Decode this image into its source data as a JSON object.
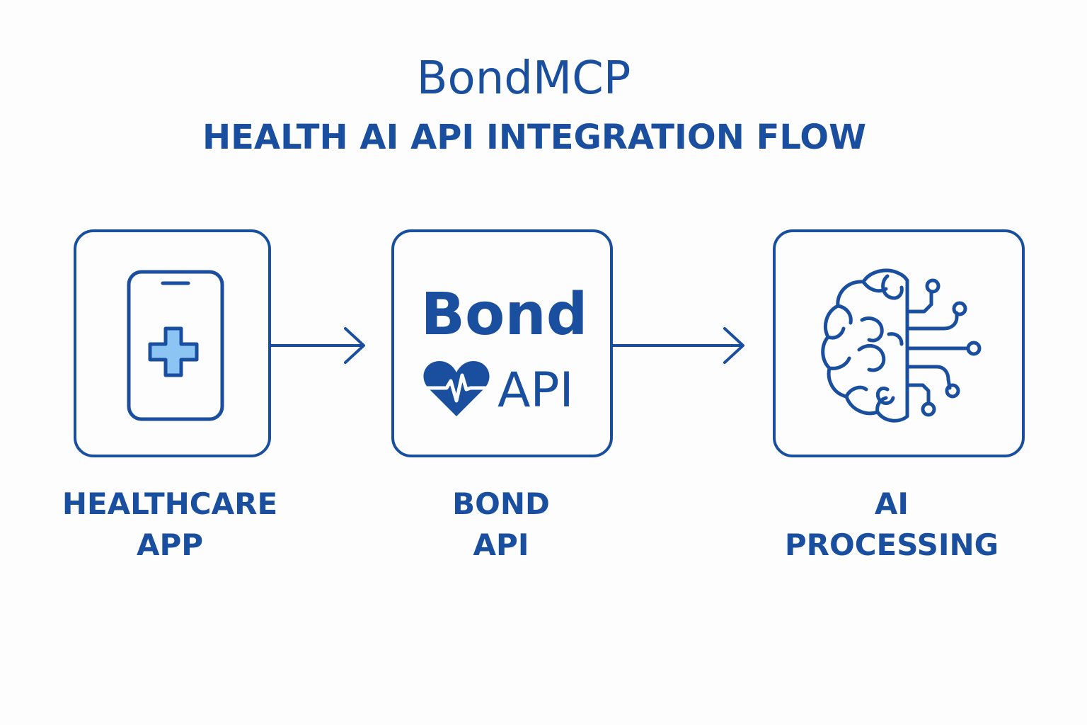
{
  "header": {
    "title": "BondMCP",
    "subtitle": "HEALTH AI API INTEGRATION FLOW"
  },
  "colors": {
    "primary": "#1a4fa0",
    "accent_light": "#8cc4f4",
    "background": "#fdfdfd"
  },
  "nodes": [
    {
      "id": "healthcare-app",
      "icon": "smartphone-medical-cross-icon",
      "label_lines": [
        "HEALTHCARE",
        "APP"
      ]
    },
    {
      "id": "bond-api",
      "icon": "heart-pulse-logo",
      "logo_word": "Bond",
      "logo_suffix": "API",
      "label_lines": [
        "BOND",
        "API"
      ]
    },
    {
      "id": "ai-processing",
      "icon": "brain-circuit-icon",
      "label_lines": [
        "AI",
        "PROCESSING"
      ]
    }
  ],
  "edges": [
    {
      "from": "healthcare-app",
      "to": "bond-api"
    },
    {
      "from": "bond-api",
      "to": "ai-processing"
    }
  ]
}
